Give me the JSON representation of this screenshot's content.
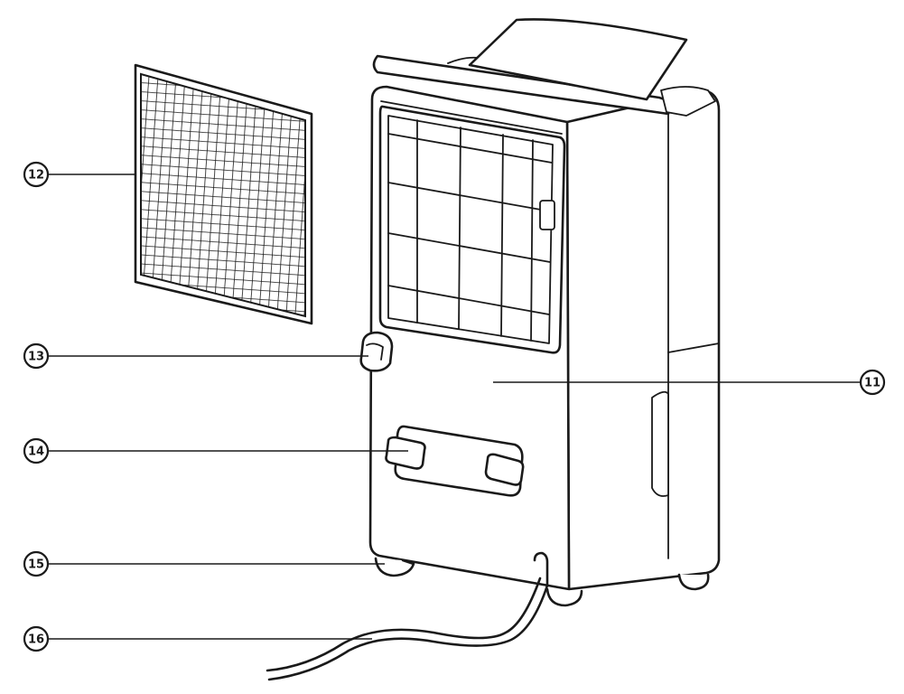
{
  "callouts": [
    {
      "id": "filter",
      "label": "12"
    },
    {
      "id": "knob",
      "label": "13"
    },
    {
      "id": "handle",
      "label": "14"
    },
    {
      "id": "wheel",
      "label": "15"
    },
    {
      "id": "cord",
      "label": "16"
    },
    {
      "id": "body",
      "label": "11"
    }
  ]
}
